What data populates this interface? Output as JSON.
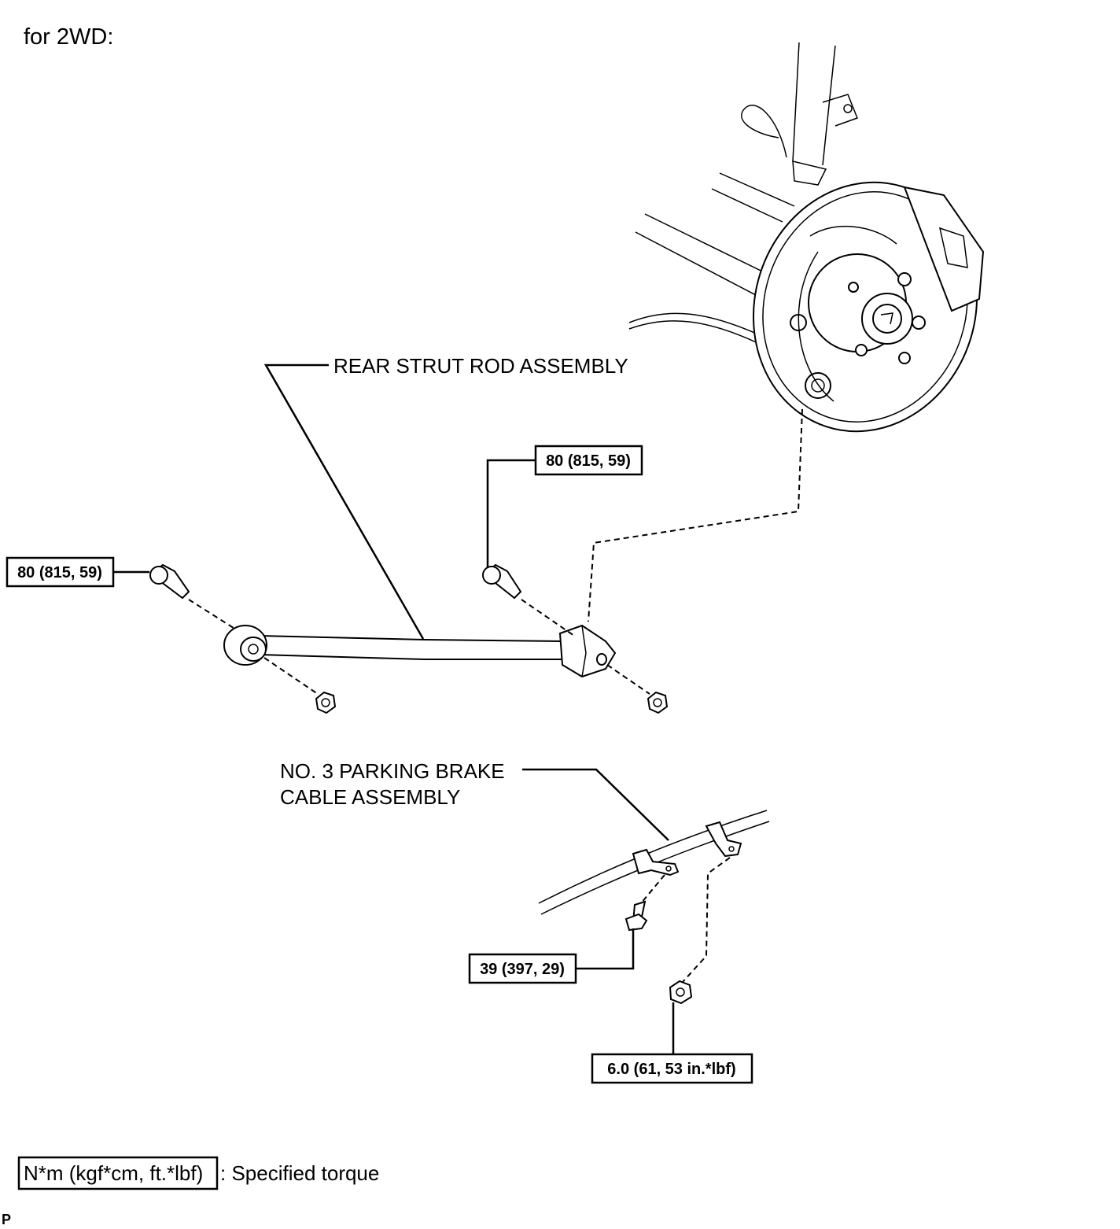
{
  "heading": "for 2WD:",
  "labels": {
    "strut_rod": "REAR STRUT ROD ASSEMBLY",
    "cable_line1": "NO. 3 PARKING BRAKE",
    "cable_line2": "CABLE ASSEMBLY"
  },
  "torques": {
    "strut_rod_front_bolt": "80 (815, 59)",
    "strut_rod_rear_bolt": "80 (815, 59)",
    "cable_bolt": "39 (397, 29)",
    "cable_nut": "6.0 (61, 53 in.*lbf)"
  },
  "legend": {
    "unit": "N*m (kgf*cm, ft.*lbf)",
    "text": ": Specified torque"
  },
  "corner_mark": "P"
}
